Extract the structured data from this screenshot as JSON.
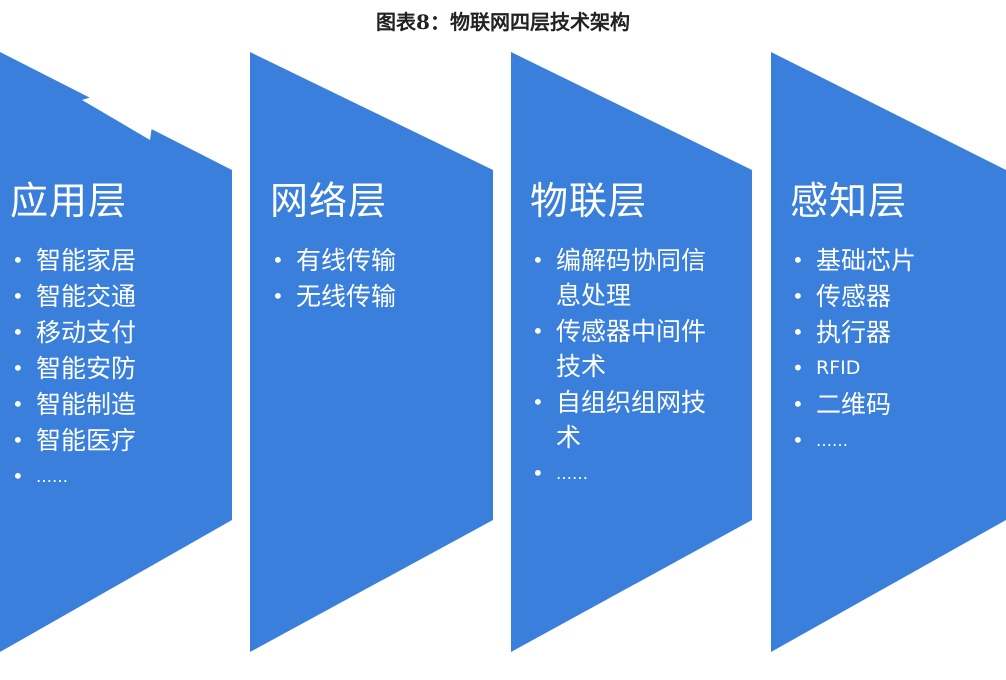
{
  "title": "图表8：物联网四层技术架构",
  "colors": {
    "panel": "#3a7fdc"
  },
  "layers": [
    {
      "name": "应用层",
      "items": [
        "智能家居",
        "智能交通",
        "移动支付",
        "智能安防",
        "智能制造",
        "智能医疗",
        "……"
      ]
    },
    {
      "name": "网络层",
      "items": [
        "有线传输",
        "无线传输"
      ]
    },
    {
      "name": "物联层",
      "items": [
        "编解码协同信息处理",
        "传感器中间件技术",
        "自组织组网技术",
        "……"
      ]
    },
    {
      "name": "感知层",
      "items": [
        "基础芯片",
        "传感器",
        "执行器",
        "RFID",
        "二维码",
        "……"
      ]
    }
  ]
}
